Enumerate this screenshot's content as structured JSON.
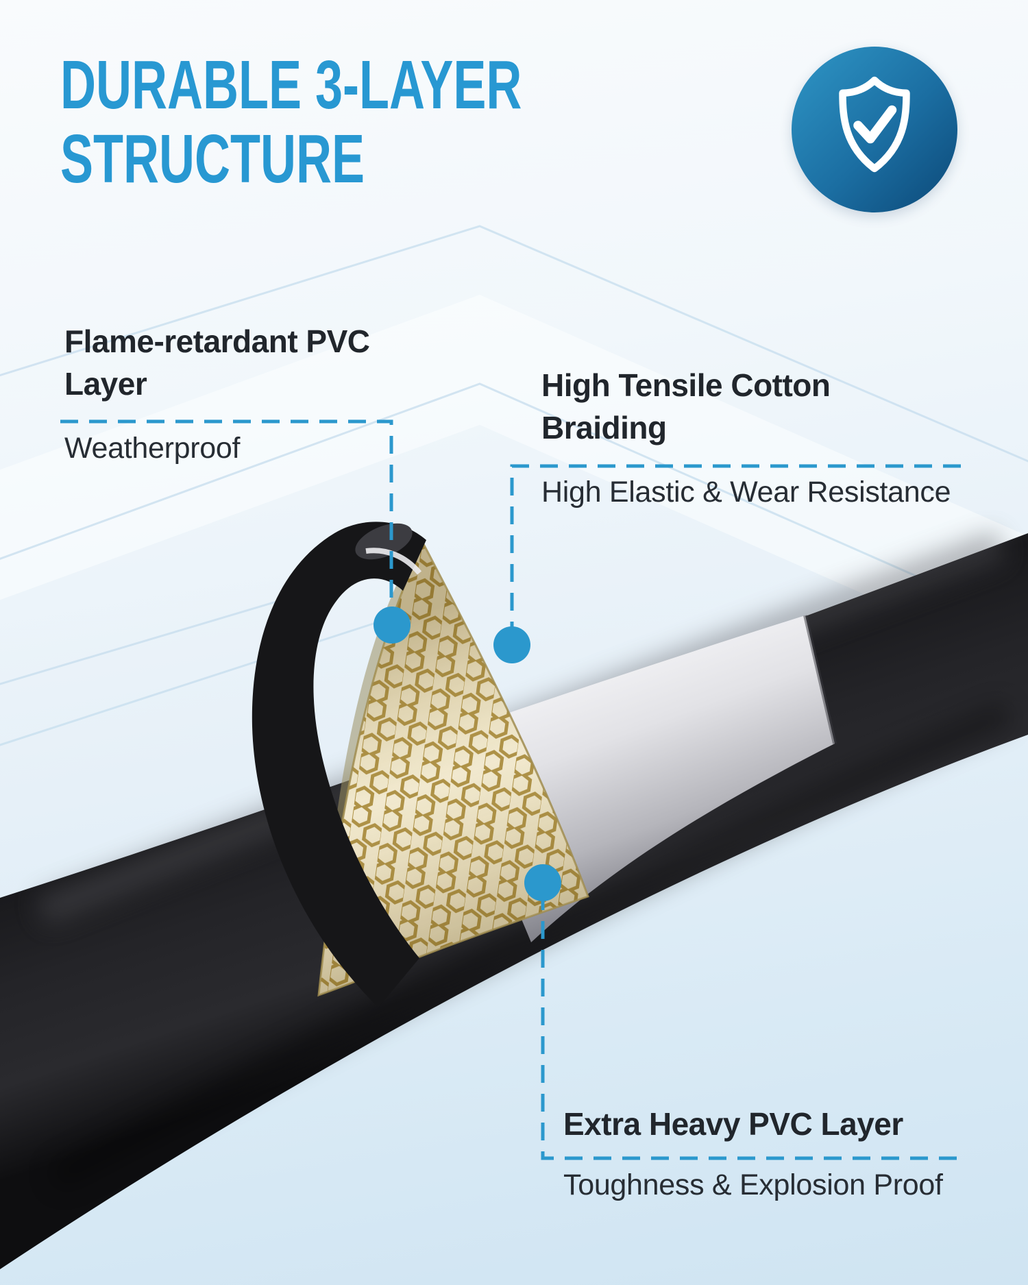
{
  "title": {
    "line1": "DURABLE 3-LAYER",
    "line2": "STRUCTURE"
  },
  "badge": {
    "icon": "shield-check-icon"
  },
  "callouts": [
    {
      "title_lines": [
        "Flame-retardant PVC",
        "Layer"
      ],
      "subtitle": "Weatherproof"
    },
    {
      "title_lines": [
        "High Tensile Cotton",
        "Braiding"
      ],
      "subtitle": "High Elastic & Wear Resistance"
    },
    {
      "title_lines": [
        "Extra Heavy PVC Layer"
      ],
      "subtitle": "Toughness & Explosion Proof"
    }
  ],
  "colors": {
    "title_blue": "#2898D2",
    "dashed_accent": "#2B98CD",
    "label_text": "#21262C",
    "badge_gradient_top": "#2F96C6",
    "badge_gradient_bottom": "#0C4877",
    "mesh_gold": "#B29445",
    "background_top": "#F9FBFD",
    "background_bottom": "#CFE4F2"
  }
}
